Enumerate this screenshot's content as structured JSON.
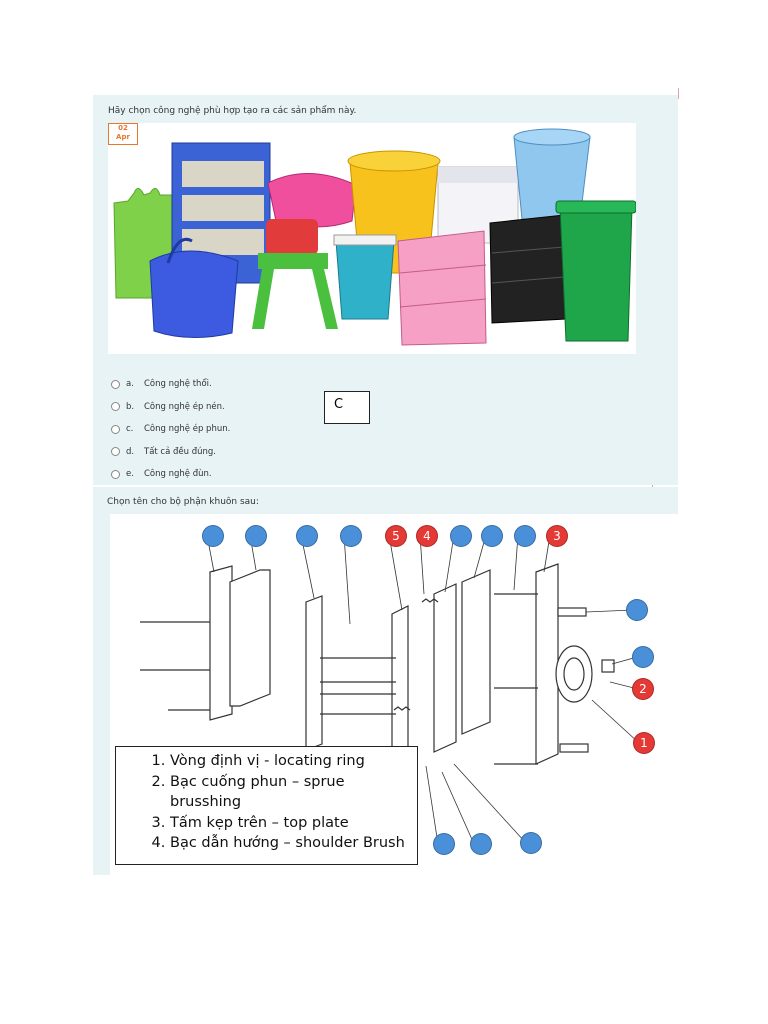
{
  "question1": {
    "prompt": "Hãy chọn công nghệ phù hợp tạo ra các sản phẩm này.",
    "date_badge": {
      "day": "02",
      "month": "Apr"
    },
    "options": [
      {
        "letter": "a.",
        "text": "Công nghệ thổi."
      },
      {
        "letter": "b.",
        "text": "Công nghệ ép nén."
      },
      {
        "letter": "c.",
        "text": "Công nghệ ép phun."
      },
      {
        "letter": "d.",
        "text": "Tất cả đều đúng."
      },
      {
        "letter": "e.",
        "text": "Công nghệ đùn."
      }
    ],
    "answer": "C"
  },
  "question2": {
    "prompt": "Chọn tên cho bộ phận khuôn sau:",
    "top_markers": [
      "",
      "",
      "",
      "",
      "5",
      "4",
      "",
      "",
      "",
      "3"
    ],
    "side_markers": [
      "",
      "",
      "2",
      "1"
    ],
    "bottom_markers": [
      "",
      "",
      ""
    ]
  },
  "legend": {
    "items": [
      "Vòng định vị - locating ring",
      "Bạc cuống phun – sprue brusshing",
      "Tấm kẹp trên – top plate",
      "Bạc dẫn hướng – shoulder Brush"
    ]
  },
  "colors": {
    "marker_blue": "#4a90d9",
    "marker_red": "#e53935",
    "panel_bg": "#e7f3f5"
  }
}
